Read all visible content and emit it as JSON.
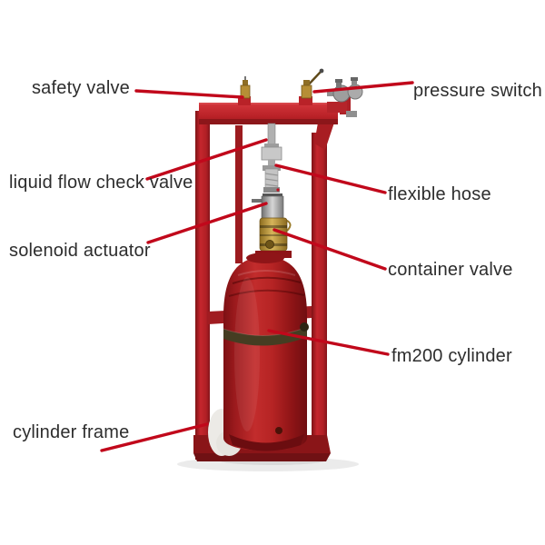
{
  "labels": [
    {
      "id": "safety-valve",
      "text": "safety valve",
      "side": "left"
    },
    {
      "id": "pressure-switch",
      "text": "pressure switch",
      "side": "right"
    },
    {
      "id": "liquid-flow-check-valve",
      "text": "liquid flow check valve",
      "side": "left"
    },
    {
      "id": "flexible-hose",
      "text": "flexible hose",
      "side": "right"
    },
    {
      "id": "solenoid-actuator",
      "text": "solenoid actuator",
      "side": "left"
    },
    {
      "id": "container-valve",
      "text": "container valve",
      "side": "right"
    },
    {
      "id": "fm200-cylinder",
      "text": "fm200 cylinder",
      "side": "right"
    },
    {
      "id": "cylinder-frame",
      "text": "cylinder frame",
      "side": "left"
    }
  ],
  "colors": {
    "background": "#ffffff",
    "label_text": "#2d2d2d",
    "leader_line": "#c1081b",
    "frame_red": "#c0232a",
    "frame_red_dark": "#8c161a",
    "cylinder_red": "#b02020",
    "cylinder_red_dark": "#7d1013",
    "strap_olive": "#453d22",
    "brass": "#b68e36",
    "steel_gray": "#b5b5b5"
  }
}
